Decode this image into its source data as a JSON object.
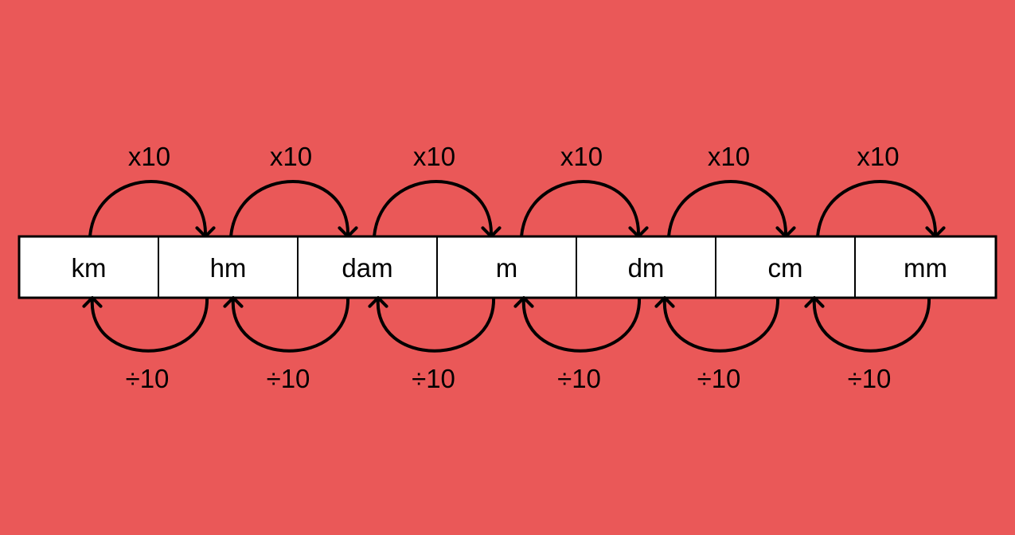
{
  "colors": {
    "background": "#EA5858",
    "cell_fill": "#FFFFFF",
    "stroke": "#000000"
  },
  "units": [
    "km",
    "hm",
    "dam",
    "m",
    "dm",
    "cm",
    "mm"
  ],
  "multiply_label": "x10",
  "divide_label": "÷10"
}
